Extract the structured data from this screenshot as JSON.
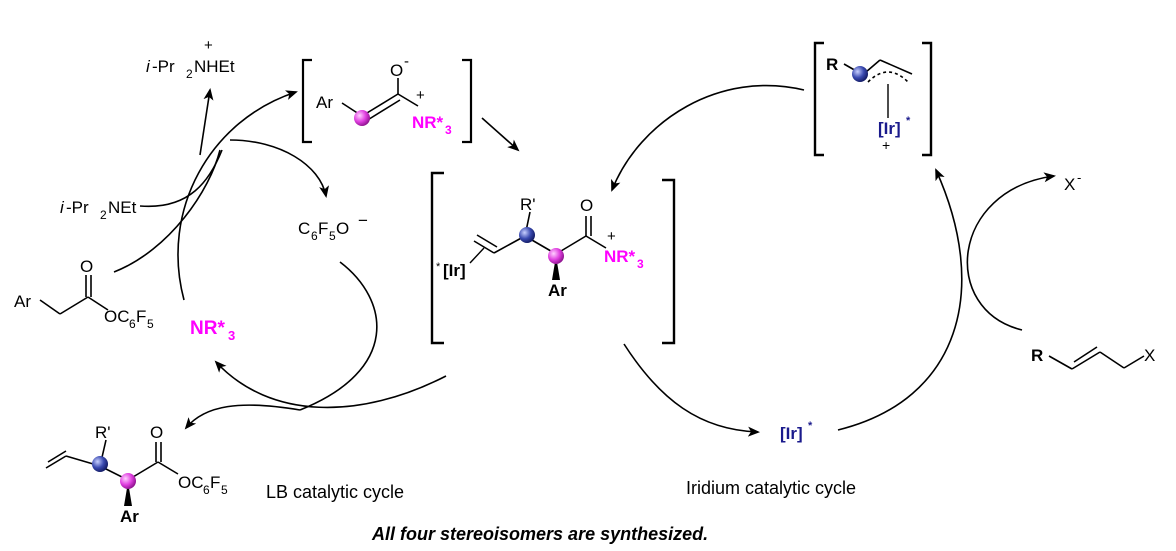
{
  "labels": {
    "lb_cycle": "LB catalytic cycle",
    "ir_cycle": "Iridium catalytic cycle",
    "footer": "All four stereoisomers are synthesized."
  },
  "species": {
    "ammonium_prefix": "i",
    "ammonium_suffix": "-Pr",
    "ammonium_rest": "NHEt",
    "amine_prefix": "i",
    "amine_suffix": "-Pr",
    "amine_rest": "NEt",
    "phenoxide": "C",
    "ar": "Ar",
    "nr3": "NR*",
    "ir_cat": "[Ir]",
    "r": "R",
    "r_prime": "R'",
    "o": "O",
    "x": "X",
    "oc6f5": "OC",
    "f": "F"
  },
  "colors": {
    "lewis_base_magenta": "#ff00ff",
    "iridium_navy": "#1a1a8c",
    "sphere_magenta": "#e040e0",
    "sphere_blue": "#2a3a9c"
  }
}
